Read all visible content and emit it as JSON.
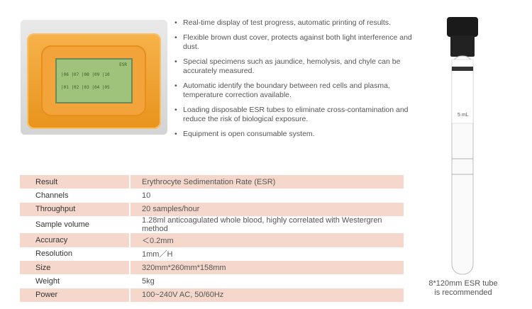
{
  "device": {
    "lcd_top": "ESR",
    "lcd_row1": "|06 |07 |08 |09 |10",
    "lcd_row2": "|01 |02 |03 |04 |05"
  },
  "features": [
    "Real-time display of test progress, automatic printing of results.",
    "Flexible brown dust cover, protects against both light interference and dust.",
    "Special specimens such as jaundice, hemolysis, and chyle can be accurately measured.",
    "Automatic identify the boundary between red cells and plasma, temperature correction available.",
    "Loading disposable ESR tubes to eliminate cross-contamination and reduce the risk of biological exposure.",
    "Equipment is open consumable system."
  ],
  "spec": [
    {
      "key": "Result",
      "value": "Erythrocyte Sedimentation Rate (ESR)"
    },
    {
      "key": "Channels",
      "value": "10"
    },
    {
      "key": "Throughput",
      "value": "20 samples/hour"
    },
    {
      "key": "Sample volume",
      "value": "1.28ml anticoagulated whole blood, highly correlated with Westergren method"
    },
    {
      "key": "Accuracy",
      "value": "＜0.2mm"
    },
    {
      "key": "Resolution",
      "value": "1mm／H"
    },
    {
      "key": "Size",
      "value": "320mm*260mm*158mm"
    },
    {
      "key": "Weight",
      "value": "5kg"
    },
    {
      "key": "Power",
      "value": "100~240V AC, 50/60Hz"
    }
  ],
  "tube": {
    "label_volume": "5 mL",
    "caption_line1": "8*120mm ESR tube",
    "caption_line2": "is recommended",
    "cap_color": "#1a1a1a"
  }
}
